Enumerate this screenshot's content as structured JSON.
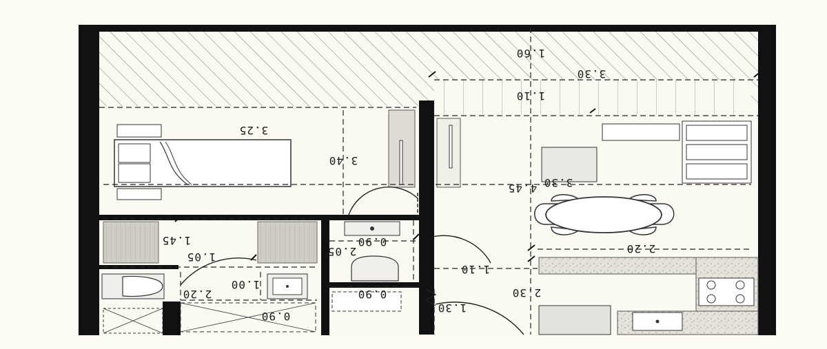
{
  "plan": {
    "orientation": "rotated-180",
    "colors": {
      "background": "#fdfcf3",
      "wall": "#111111",
      "floor": "#fbfaf2",
      "hatch": "#8a8a8a",
      "counter": "#d9d7cf",
      "fixture": "#efeeea",
      "line": "#222222"
    },
    "dimensions": [
      {
        "id": "terrace-depth",
        "text": "1.60"
      },
      {
        "id": "balcony-width",
        "text": "3.30"
      },
      {
        "id": "balcony-depth",
        "text": "1.10"
      },
      {
        "id": "bedroom-width",
        "text": "3.25"
      },
      {
        "id": "bedroom-depth",
        "text": "3.40"
      },
      {
        "id": "living-width",
        "text": "3.30"
      },
      {
        "id": "living-depth",
        "text": "4.45"
      },
      {
        "id": "dining-width",
        "text": "2.20"
      },
      {
        "id": "closet-depth",
        "text": "1.45"
      },
      {
        "id": "closet-width",
        "text": "1.05"
      },
      {
        "id": "laundry-width",
        "text": "0.90"
      },
      {
        "id": "laundry-depth",
        "text": "2.05"
      },
      {
        "id": "hall-width",
        "text": "1.10"
      },
      {
        "id": "bath-depth",
        "text": "1.00"
      },
      {
        "id": "bath-width",
        "text": "2.20"
      },
      {
        "id": "wc-width",
        "text": "0.90"
      },
      {
        "id": "shower-width",
        "text": "0.90"
      },
      {
        "id": "entry-depth",
        "text": "1.30"
      },
      {
        "id": "kitchen-width",
        "text": "2.30"
      }
    ]
  }
}
